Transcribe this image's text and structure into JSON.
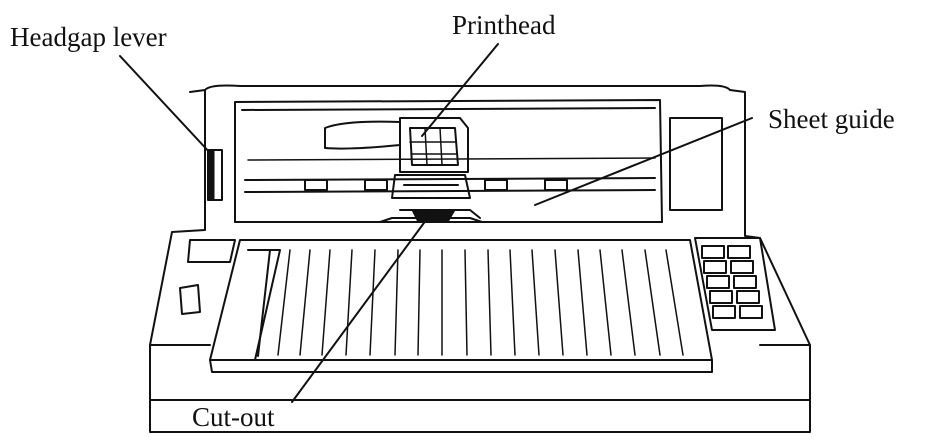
{
  "labels": {
    "headgap_lever": "Headgap lever",
    "printhead": "Printhead",
    "sheet_guide": "Sheet guide",
    "cut_out": "Cut-out"
  },
  "colors": {
    "ink": "#111111",
    "paper": "#ffffff"
  }
}
